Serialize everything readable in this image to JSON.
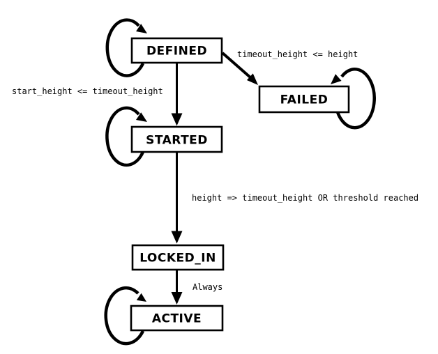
{
  "diagram": {
    "type": "state-machine",
    "background_color": "#ffffff",
    "stroke_color": "#000000",
    "states": [
      {
        "label": "DEFINED"
      },
      {
        "label": "FAILED"
      },
      {
        "label": "STARTED"
      },
      {
        "label": "LOCKED_IN"
      },
      {
        "label": "ACTIVE"
      }
    ],
    "transitions": [
      {
        "from": "DEFINED",
        "to": "DEFINED",
        "label": ""
      },
      {
        "from": "DEFINED",
        "to": "FAILED",
        "label": "timeout_height <= height"
      },
      {
        "from": "DEFINED",
        "to": "STARTED",
        "label": "start_height <= timeout_height"
      },
      {
        "from": "FAILED",
        "to": "FAILED",
        "label": ""
      },
      {
        "from": "STARTED",
        "to": "STARTED",
        "label": ""
      },
      {
        "from": "STARTED",
        "to": "LOCKED_IN",
        "label": "height => timeout_height OR threshold reached"
      },
      {
        "from": "LOCKED_IN",
        "to": "ACTIVE",
        "label": "Always"
      },
      {
        "from": "ACTIVE",
        "to": "ACTIVE",
        "label": ""
      }
    ]
  }
}
